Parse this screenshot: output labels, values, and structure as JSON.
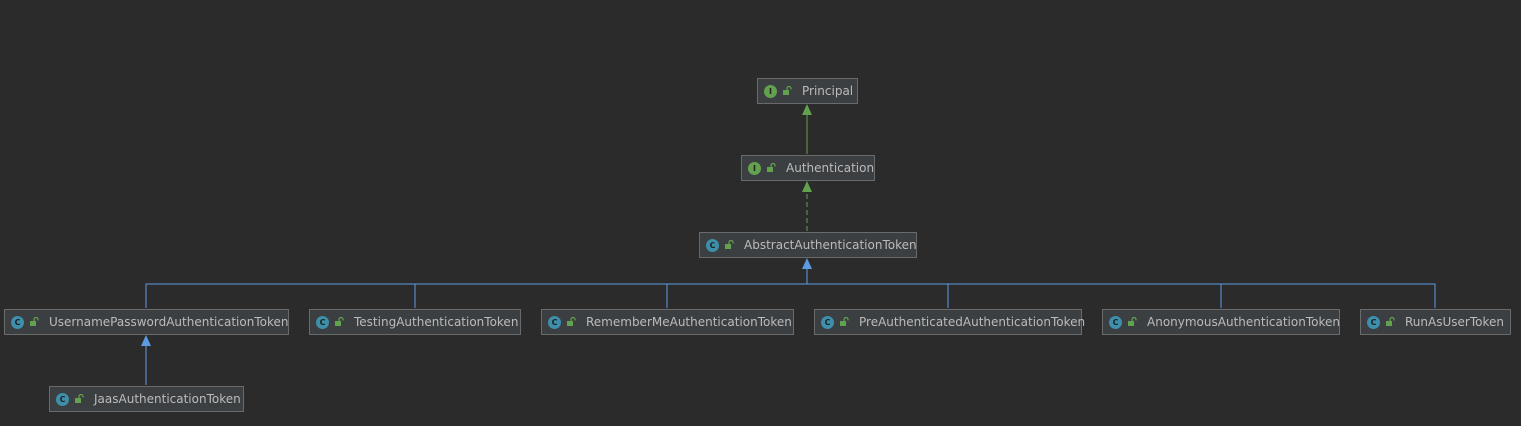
{
  "colors": {
    "background": "#2b2b2b",
    "node_fill": "#3c3f41",
    "node_border": "#6a6a6a",
    "text": "#bbbbbb",
    "interface_icon": "#62a24f",
    "class_icon": "#3d8fab",
    "extends_interface_edge": "#62a24f",
    "implements_edge": "#62a24f",
    "extends_class_edge": "#5c9be0"
  },
  "nodes": {
    "principal": {
      "label": "Principal",
      "kind": "interface",
      "kind_letter": "I",
      "icon": "interface-icon"
    },
    "authentication": {
      "label": "Authentication",
      "kind": "interface",
      "kind_letter": "I",
      "icon": "interface-icon"
    },
    "abstract_token": {
      "label": "AbstractAuthenticationToken",
      "kind": "abstract",
      "kind_letter": "C",
      "icon": "abstract-class-icon"
    },
    "username_password": {
      "label": "UsernamePasswordAuthenticationToken",
      "kind": "class",
      "kind_letter": "C",
      "icon": "class-icon"
    },
    "testing": {
      "label": "TestingAuthenticationToken",
      "kind": "class",
      "kind_letter": "C",
      "icon": "class-icon"
    },
    "remember_me": {
      "label": "RememberMeAuthenticationToken",
      "kind": "class",
      "kind_letter": "C",
      "icon": "class-icon"
    },
    "pre_authenticated": {
      "label": "PreAuthenticatedAuthenticationToken",
      "kind": "class",
      "kind_letter": "C",
      "icon": "class-icon"
    },
    "anonymous": {
      "label": "AnonymousAuthenticationToken",
      "kind": "class",
      "kind_letter": "C",
      "icon": "class-icon"
    },
    "run_as_user": {
      "label": "RunAsUserToken",
      "kind": "class",
      "kind_letter": "C",
      "icon": "class-icon"
    },
    "jaas": {
      "label": "JaasAuthenticationToken",
      "kind": "class",
      "kind_letter": "C",
      "icon": "class-icon"
    }
  },
  "edges": [
    {
      "from": "authentication",
      "to": "principal",
      "type": "extends"
    },
    {
      "from": "abstract_token",
      "to": "authentication",
      "type": "implements"
    },
    {
      "from": "username_password",
      "to": "abstract_token",
      "type": "extends"
    },
    {
      "from": "testing",
      "to": "abstract_token",
      "type": "extends"
    },
    {
      "from": "remember_me",
      "to": "abstract_token",
      "type": "extends"
    },
    {
      "from": "pre_authenticated",
      "to": "abstract_token",
      "type": "extends"
    },
    {
      "from": "anonymous",
      "to": "abstract_token",
      "type": "extends"
    },
    {
      "from": "run_as_user",
      "to": "abstract_token",
      "type": "extends"
    },
    {
      "from": "jaas",
      "to": "username_password",
      "type": "extends"
    }
  ]
}
